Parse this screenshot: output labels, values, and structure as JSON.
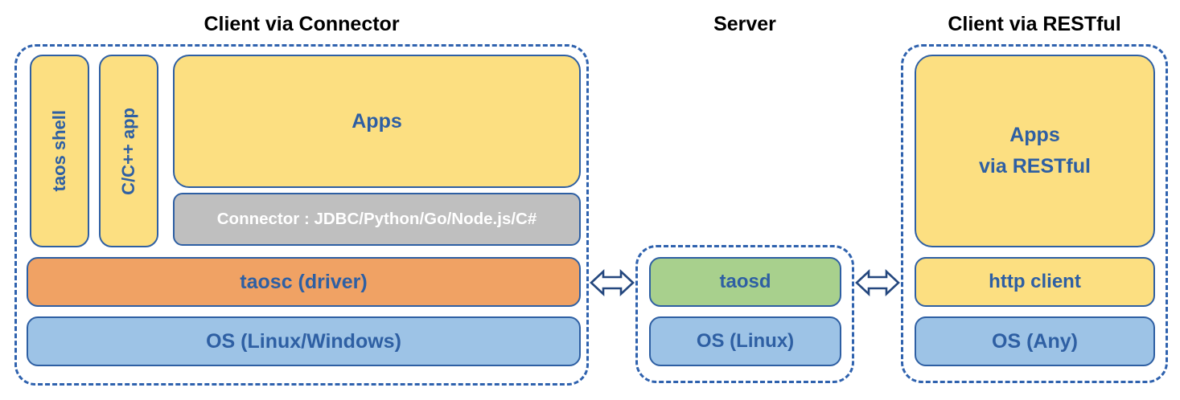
{
  "sections": {
    "client_connector": {
      "title": "Client via Connector",
      "taos_shell": "taos shell",
      "cpp_app": "C/C++ app",
      "apps": "Apps",
      "connector": "Connector : JDBC/Python/Go/Node.js/C#",
      "taosc": "taosc (driver)",
      "os": "OS (Linux/Windows)"
    },
    "server": {
      "title": "Server",
      "taosd": "taosd",
      "os": "OS (Linux)"
    },
    "client_restful": {
      "title": "Client via RESTful",
      "apps": "Apps\nvia RESTful",
      "http_client": "http client",
      "os": "OS (Any)"
    }
  },
  "icons": {
    "left_arrow": "double-headed-arrow",
    "right_arrow": "double-headed-arrow"
  },
  "colors": {
    "dash-blue": "#2f62ae",
    "border-blue": "#2e5fa3",
    "fill-yellow": "#fcdf81",
    "fill-gray": "#bfbfbf",
    "fill-orange": "#f0a264",
    "fill-blue": "#9dc3e6",
    "fill-green": "#a8d08d",
    "text-blue": "#2e5fa3",
    "text-white": "#ffffff",
    "text-black": "#000000",
    "arrow-outline": "#24477e"
  }
}
